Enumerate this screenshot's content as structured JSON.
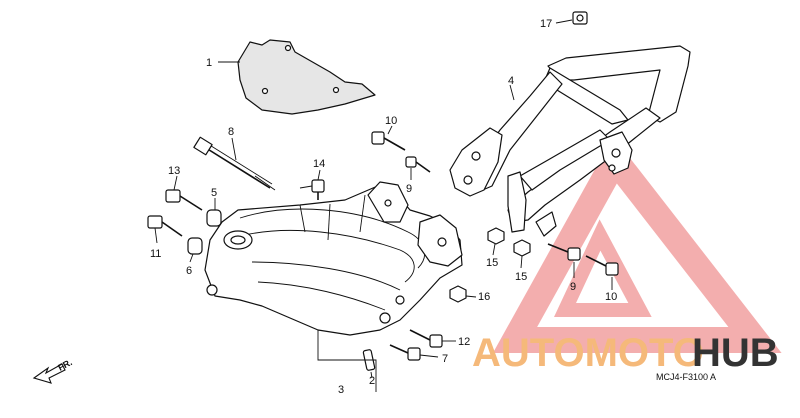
{
  "diagram_code": "MCJ4-F3100 A",
  "front_label": "FR.",
  "watermark": {
    "text_left": "AUTOMOTO",
    "text_right": "HUB",
    "color_left": "#f5b97a",
    "color_right": "#333333",
    "triangle_color": "#f2a0a0"
  },
  "callouts": {
    "c1": "1",
    "c2": "2",
    "c3": "3",
    "c4": "4",
    "c5": "5",
    "c6": "6",
    "c7": "7",
    "c8": "8",
    "c9a": "9",
    "c9b": "9",
    "c10a": "10",
    "c10b": "10",
    "c11": "11",
    "c12": "12",
    "c13": "13",
    "c14": "14",
    "c15a": "15",
    "c15b": "15",
    "c16": "16",
    "c17": "17"
  }
}
